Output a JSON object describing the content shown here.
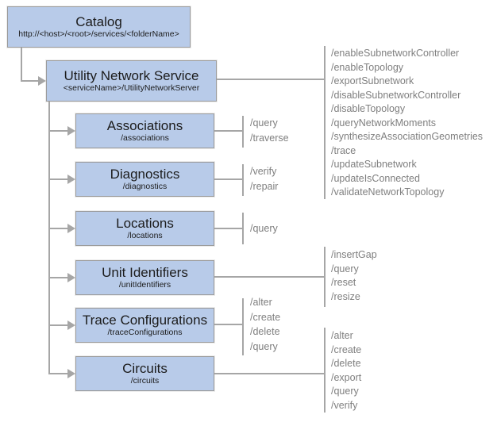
{
  "diagram": {
    "colors": {
      "box_fill": "#b8cbe9",
      "box_border": "#9b9b9b",
      "line": "#a6a6a6",
      "ops_text": "#7f7f7f",
      "box_text": "#1c1c1c"
    },
    "catalog": {
      "title": "Catalog",
      "subtitle": "http://<host>/<root>/services/<folderName>"
    },
    "service": {
      "title": "Utility Network Service",
      "subtitle": "<serviceName>/UtilityNetworkServer",
      "operations": [
        "/enableSubnetworkController",
        "/enableTopology",
        "/exportSubnetwork",
        "/disableSubnetworkController",
        "/disableTopology",
        "/queryNetworkMoments",
        "/synthesizeAssociationGeometries",
        "/trace",
        "/updateSubnetwork",
        "/updateIsConnected",
        "/validateNetworkTopology"
      ]
    },
    "children": [
      {
        "title": "Associations",
        "subtitle": "/associations",
        "operations": [
          "/query",
          "/traverse"
        ]
      },
      {
        "title": "Diagnostics",
        "subtitle": "/diagnostics",
        "operations": [
          "/verify",
          "/repair"
        ]
      },
      {
        "title": "Locations",
        "subtitle": "/locations",
        "operations": [
          "/query"
        ]
      },
      {
        "title": "Unit Identifiers",
        "subtitle": "/unitIdentifiers",
        "operations": [
          "/insertGap",
          "/query",
          "/reset",
          "/resize"
        ]
      },
      {
        "title": "Trace Configurations",
        "subtitle": "/traceConfigurations",
        "operations": [
          "/alter",
          "/create",
          "/delete",
          "/query"
        ]
      },
      {
        "title": "Circuits",
        "subtitle": "/circuits",
        "operations": [
          "/alter",
          "/create",
          "/delete",
          "/export",
          "/query",
          "/verify"
        ]
      }
    ]
  }
}
